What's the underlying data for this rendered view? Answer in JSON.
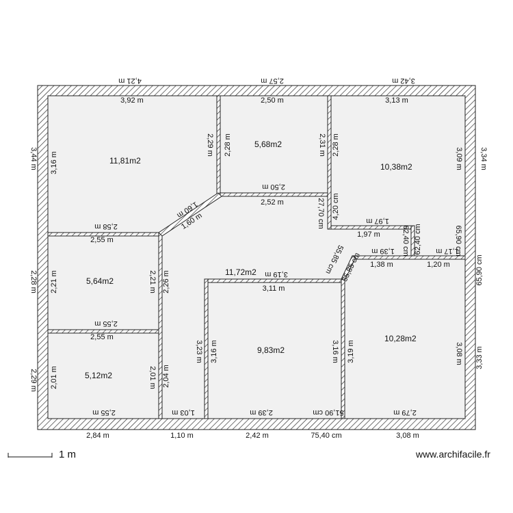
{
  "rooms": [
    {
      "id": "room-top-left",
      "area": "11,81m2"
    },
    {
      "id": "room-top-middle",
      "area": "5,68m2"
    },
    {
      "id": "room-top-right",
      "area": "10,38m2"
    },
    {
      "id": "room-left-middle",
      "area": "5,64m2"
    },
    {
      "id": "room-left-bottom",
      "area": "5,12m2"
    },
    {
      "id": "room-hall",
      "area": "11,72m2"
    },
    {
      "id": "room-center-bottom",
      "area": "9,83m2"
    },
    {
      "id": "room-right-bottom",
      "area": "10,28m2"
    }
  ],
  "dimensions": [
    "4,21 m",
    "2,57 m",
    "3,42 m",
    "3,92 m",
    "2,50 m",
    "3,13 m",
    "3,44 m",
    "3,16 m",
    "2,29 m",
    "2,28 m",
    "2,31 m",
    "2,28 m",
    "3,09 m",
    "3,34 m",
    "1,60 m",
    "1,60 m",
    "2,50 m",
    "2,52 m",
    "2,58 m",
    "2,55 m",
    "4,20 cm",
    "27,70 cm",
    "1,97 m",
    "1,97 m",
    "65,90 cm",
    "65,90 cm",
    "62,40 cm",
    "62,40 cm",
    "1,17 m",
    "1,39 m",
    "1,38 m",
    "1,20 m",
    "55,85 cm",
    "55,85 cm",
    "3,19 m",
    "3,11 m",
    "2,28 m",
    "2,21 m",
    "2,21 m",
    "2,26 m",
    "2,55 m",
    "2,55 m",
    "3,23 m",
    "3,16 m",
    "3,16 m",
    "3,19 m",
    "3,08 m",
    "3,33 m",
    "2,29 m",
    "2,01 m",
    "2,01 m",
    "2,04 m",
    "2,55 m",
    "1,03 m",
    "2,39 m",
    "51,90 cm",
    "2,79 m",
    "2,84 m",
    "1,10 m",
    "2,42 m",
    "75,40 cm",
    "3,08 m"
  ],
  "scale_label": "1 m",
  "credit": "www.archifacile.fr",
  "colors": {
    "wall_line": "#222222",
    "room_fill": "#f1f1f1",
    "hatch": "#333333"
  }
}
